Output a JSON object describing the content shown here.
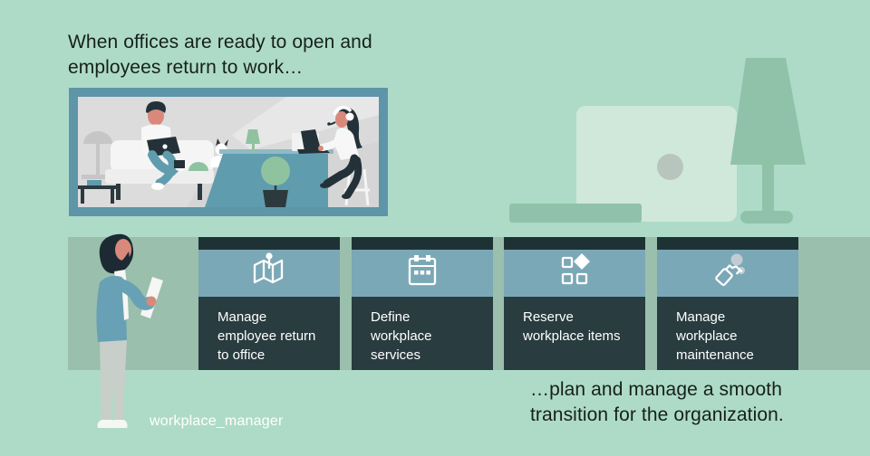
{
  "intro": {
    "text": "When offices are ready to open and\nemployees return to work…"
  },
  "outro": {
    "text": "…plan and manage a smooth\ntransition for the organization."
  },
  "persona": {
    "label": "workplace_manager"
  },
  "cards": [
    {
      "icon": "map-pin-icon",
      "label": "Manage\nemployee return\nto office"
    },
    {
      "icon": "calendar-icon",
      "label": "Define\nworkplace\nservices"
    },
    {
      "icon": "squares-diamond-icon",
      "label": "Reserve\nworkplace items"
    },
    {
      "icon": "spray-bottle-icon",
      "label": "Manage\nworkplace\nmaintenance"
    }
  ],
  "colors": {
    "background": "#aedbc8",
    "band": "#9abfac",
    "card_top_bar": "#1e3236",
    "card_icon_bg": "#7ba8b6",
    "card_body": "#293c40",
    "frame_border": "#5e95a8",
    "prop_green": "#90c2a9",
    "laptop_lid_green": "#cfe8da",
    "ink_dark": "#243138",
    "skin": "#d8897c",
    "teal": "#5f9dae",
    "text_dark": "#16201d",
    "text_light": "#ffffff"
  }
}
